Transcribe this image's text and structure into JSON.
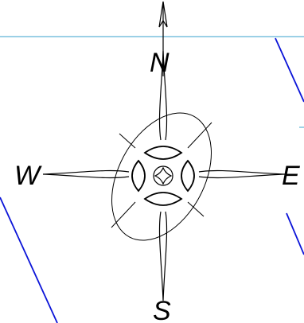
{
  "compass": {
    "north_label": "N",
    "south_label": "S",
    "east_label": "E",
    "west_label": "W"
  },
  "colors": {
    "background": "#ffffff",
    "ink": "#000000",
    "guide_line_light": "#5fb4d6",
    "guide_line_blue": "#0b14d8"
  }
}
